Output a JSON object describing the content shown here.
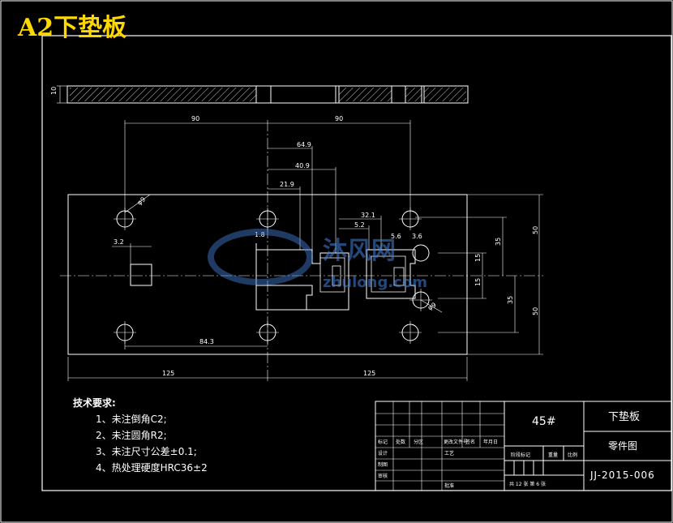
{
  "title_banner": "A2下垫板",
  "technical_requirements": {
    "heading": "技术要求:",
    "items": [
      "1、未注倒角C2;",
      "2、未注圆角R2;",
      "3、未注尺寸公差±0.1;",
      "4、热处理硬度HRC36±2"
    ]
  },
  "title_block": {
    "material": "45#",
    "part_name": "下垫板",
    "drawing_type": "零件图",
    "drawing_number": "JJ-2015-006",
    "row_labels": [
      "标记",
      "设计",
      "制图",
      "审核",
      "工艺",
      "批准"
    ],
    "col_labels": [
      "处数",
      "分区",
      "更改文件号",
      "签名",
      "年月日"
    ],
    "stage_labels": [
      "阶段标记",
      "重量",
      "比例"
    ],
    "sheet_info": "共 12 张        第 6 张"
  },
  "dimensions": [
    "10",
    "90",
    "90",
    "64.9",
    "40.9",
    "21.9",
    "32.1",
    "5.2",
    "5.6",
    "3.6",
    "1.8",
    "3.2",
    "84.3",
    "125",
    "125",
    "35",
    "50",
    "15",
    "15",
    "35",
    "50",
    "φ9",
    "φ9"
  ],
  "watermark": {
    "text": "沐风网",
    "url": "zhulong.com"
  },
  "colors": {
    "background": "#000000",
    "lines": "#ffffff",
    "title": "#ffd800",
    "hatch": "#ffffff"
  }
}
